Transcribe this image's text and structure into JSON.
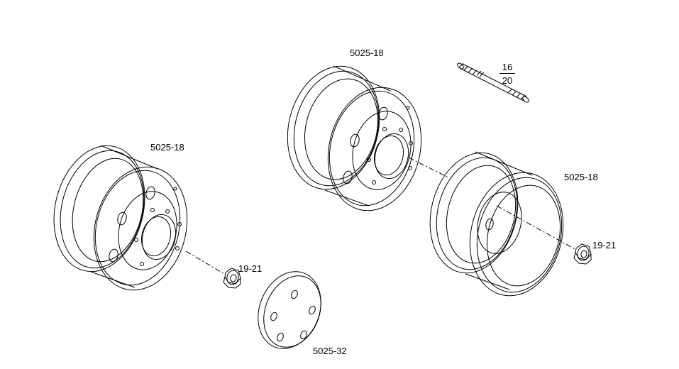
{
  "diagram": {
    "colors": {
      "line": "#000000",
      "background": "#ffffff"
    },
    "parts": [
      {
        "id": "wheel-center",
        "label": "5025-18"
      },
      {
        "id": "wheel-left",
        "label": "5025-18"
      },
      {
        "id": "wheel-right",
        "label": "5025-18"
      },
      {
        "id": "nut-left",
        "label": "19-21"
      },
      {
        "id": "nut-right",
        "label": "19-21"
      },
      {
        "id": "hubcap",
        "label": "5025-32"
      },
      {
        "id": "stud",
        "label_top": "16",
        "label_bottom": "20"
      }
    ]
  }
}
